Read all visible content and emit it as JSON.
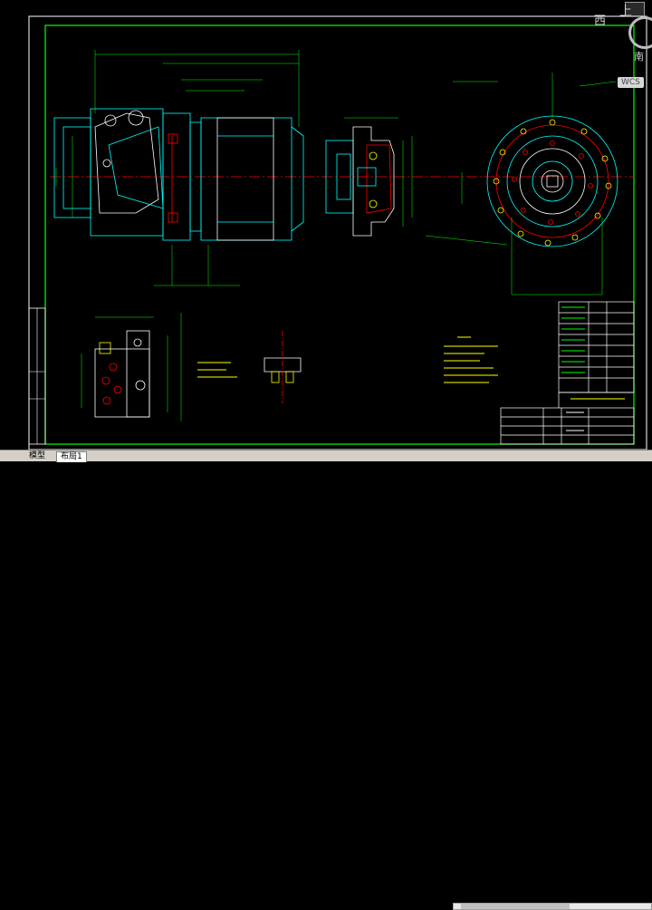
{
  "tabs": [
    {
      "label": "模型",
      "active": false
    },
    {
      "label": "布局1",
      "active": true
    }
  ],
  "viewcube": {
    "top_label": "上",
    "west_label": "西",
    "south_label": "南",
    "wcs_label": "WCS"
  },
  "colors": {
    "background": "#000000",
    "frame": "#00ff00",
    "geometry": "#00ffff",
    "dimension": "#00ff00",
    "centerline": "#ff0000",
    "text_yellow": "#ffff00",
    "accent_red": "#ff0000",
    "white_lines": "#ffffff",
    "magenta": "#ff00ff"
  },
  "icons": [
    "viewcube-icon",
    "wcs-icon"
  ]
}
